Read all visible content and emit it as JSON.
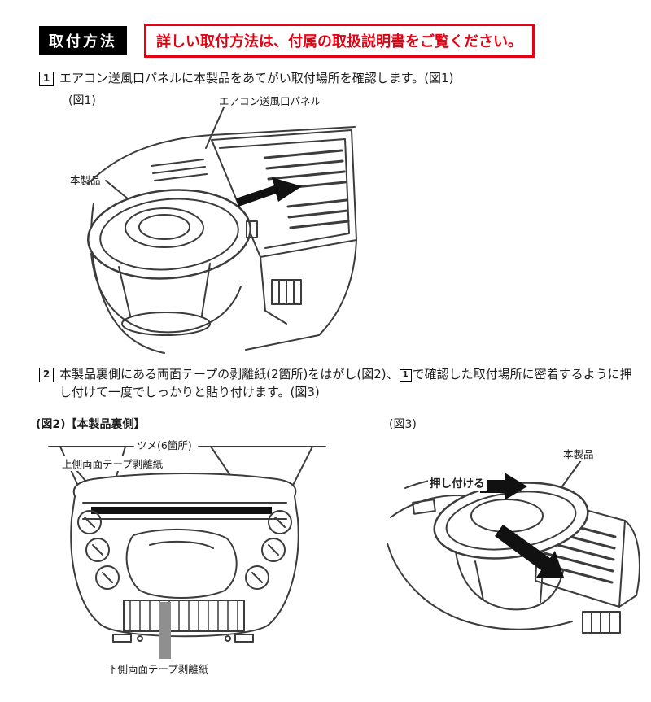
{
  "colors": {
    "accent_red": "#e60012",
    "badge_bg": "#000000",
    "line_art": "#3c3c3c"
  },
  "header": {
    "badge": "取付方法",
    "notice": "詳しい取付方法は、付属の取扱説明書をご覧ください。"
  },
  "steps": {
    "step1": {
      "number": "1",
      "text": "エアコン送風口パネルに本製品をあてがい取付場所を確認します。(図1)"
    },
    "step2": {
      "number": "2",
      "text_before_ref": "本製品裏側にある両面テープの剥離紙(2箇所)をはがし(図2)、",
      "ref_number": "1",
      "text_after_ref": "で確認した取付場所に密着するように押し付けて一度でしっかりと貼り付けます。(図3)"
    }
  },
  "figures": {
    "fig1": {
      "label": "(図1)",
      "callout_panel": "エアコン送風口パネル",
      "callout_product": "本製品"
    },
    "fig2": {
      "label": "(図2)【本製品裏側】",
      "callout_tabs": "ツメ(6箇所)",
      "callout_upper_tape": "上側両面テープ剥離紙",
      "callout_lower_tape": "下側両面テープ剥離紙"
    },
    "fig3": {
      "label": "(図3)",
      "callout_press": "押し付ける",
      "callout_product": "本製品"
    }
  }
}
